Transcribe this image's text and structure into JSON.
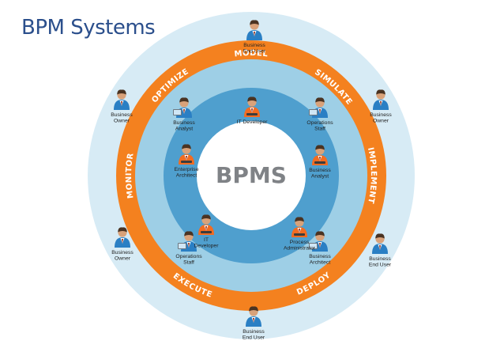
{
  "title": "BPM Systems",
  "center_label": "BPMS",
  "colors": {
    "title": "#2b4f8c",
    "outer_ring": "#d7ebf5",
    "orange_ring": "#f4811f",
    "middle_ring": "#9ecfe6",
    "inner_ring": "#4f9fce",
    "center": "#ffffff",
    "center_text": "#7f8286",
    "shirt_blue": "#2a7fc4",
    "shirt_orange": "#f26c21",
    "skin": "#d9a27a",
    "hair": "#4a3322"
  },
  "lifecycle_stages": [
    "MODEL",
    "SIMULATE",
    "IMPLEMENT",
    "DEPLOY",
    "EXECUTE",
    "MONITOR",
    "OPTIMIZE"
  ],
  "outer_people": [
    {
      "label": [
        "Business",
        "End User"
      ],
      "icon": "business-person-icon"
    },
    {
      "label": [
        "Business",
        "Owner"
      ],
      "icon": "business-person-icon"
    },
    {
      "label": [
        "Business",
        "End User"
      ],
      "icon": "business-person-icon"
    },
    {
      "label": [
        "Business",
        "Owner"
      ],
      "icon": "business-person-icon"
    },
    {
      "label": [
        "Business",
        "End User"
      ],
      "icon": "business-person-icon"
    },
    {
      "label": [
        "Business",
        "Owner"
      ],
      "icon": "business-person-icon"
    }
  ],
  "middle_people": [
    {
      "label": [
        "Operations",
        "Staff"
      ],
      "icon": "laptop-person-icon"
    },
    {
      "label": [
        "Business",
        "Architect"
      ],
      "icon": "laptop-person-icon"
    },
    {
      "label": [
        "Operations",
        "Staff"
      ],
      "icon": "laptop-person-icon"
    },
    {
      "label": [
        "Business",
        "Analyst"
      ],
      "icon": "laptop-person-icon"
    }
  ],
  "inner_people": [
    {
      "label": [
        "IT Developer"
      ],
      "icon": "developer-person-icon"
    },
    {
      "label": [
        "Business",
        "Analyst"
      ],
      "icon": "developer-person-icon"
    },
    {
      "label": [
        "Process",
        "Administrator"
      ],
      "icon": "developer-person-icon"
    },
    {
      "label": [
        "IT",
        "Developer"
      ],
      "icon": "developer-person-icon"
    },
    {
      "label": [
        "Enterprise",
        "Architect"
      ],
      "icon": "developer-person-icon"
    }
  ]
}
